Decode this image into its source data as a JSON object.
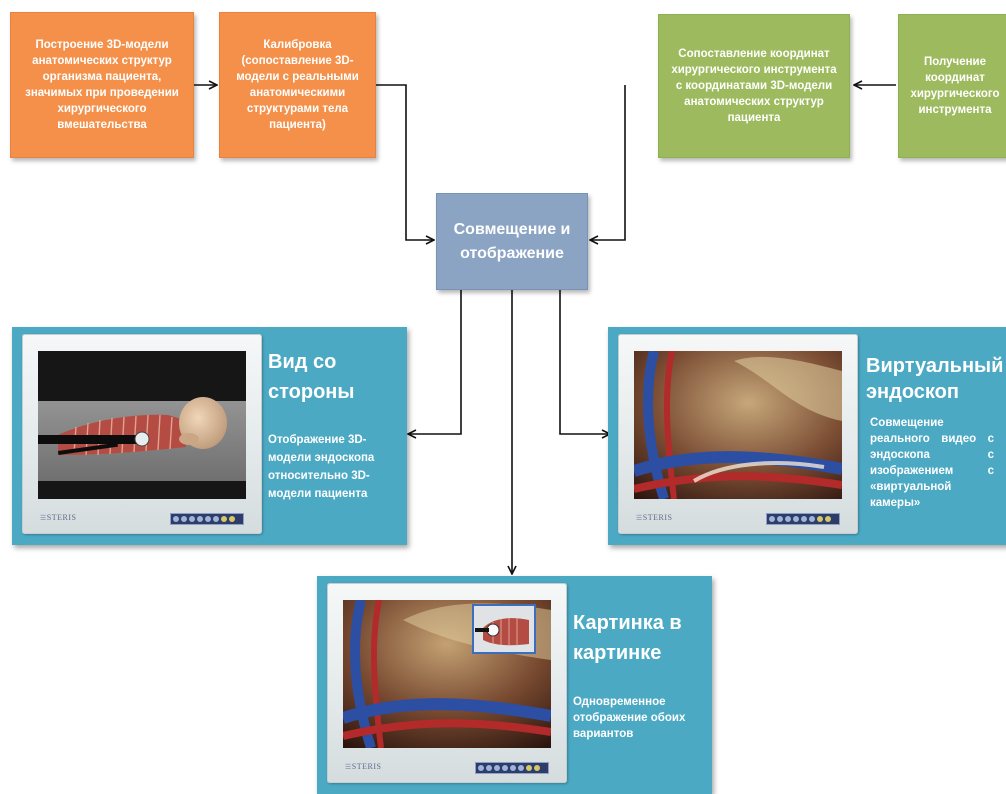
{
  "boxes": {
    "model": "Построение 3D-модели анатомических структур организма пациента, значимых при проведении хирургического вмешательства",
    "calibration": "Калибровка (сопоставление 3D-модели с реальными анатомическими структурами тела пациента)",
    "match": "Сопоставление координат хирургического инструмента с координатами 3D-модели анатомических структур пациента",
    "coords": "Получение координат хирургического инструмента",
    "center": "Совмещение и отображение"
  },
  "panels": {
    "side": {
      "title": "Вид со стороны",
      "desc": "Отображение 3D-модели эндоскопа относительно 3D-модели пациента"
    },
    "virtual": {
      "title": "Виртуальный эндоскоп",
      "desc": "Совмещение реального видео с эндоскопа с изображением с «виртуальной камеры»"
    },
    "pip": {
      "title": "Картинка в картинке",
      "desc": "Одновременное отображение обоих вариантов"
    }
  },
  "monitor": {
    "brand": "STERIS"
  },
  "colors": {
    "orange": "#f4904a",
    "green": "#9dbb5e",
    "center": "#8ca4c4",
    "panel": "#4ba9c4"
  }
}
